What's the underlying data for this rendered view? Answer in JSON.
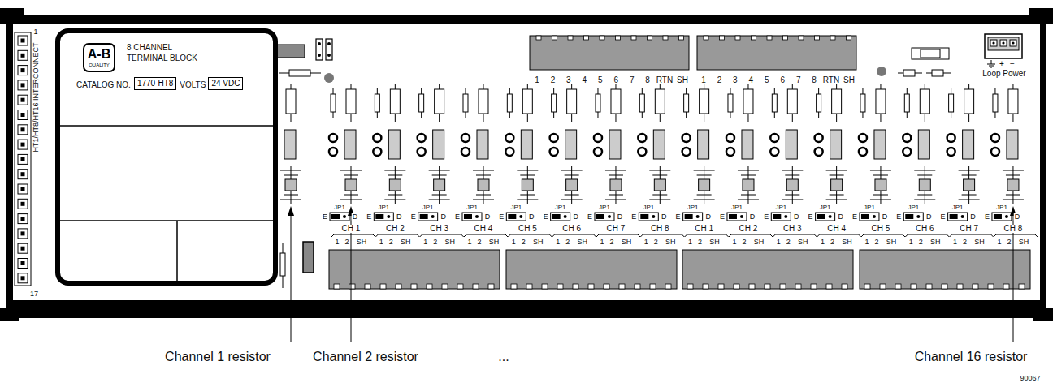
{
  "diagram": {
    "nodes": [
      {
        "text": [
          "8 CHANNEL TERMINAL BLOCK",
          "CATALOG NO.",
          "VOLTS"
        ]
      },
      {
        "text": [
          "A-B",
          "QUALITY"
        ],
        "in": 0
      },
      {
        "text": [
          "1770-HT8"
        ],
        "in": 0
      },
      {
        "text": [
          "24 VDC"
        ],
        "in": 0
      }
    ],
    "labels": [
      "HT1/HT8/HT16 INTERCONNECT",
      "1",
      "17",
      "1",
      "2",
      "3",
      "4",
      "5",
      "6",
      "7",
      "8",
      "RTN",
      "SH",
      "1",
      "2",
      "3",
      "4",
      "5",
      "6",
      "7",
      "8",
      "RTN",
      "SH",
      "+",
      "−",
      "Loop Power",
      "JP1",
      "E",
      "D",
      "CH 1",
      "1",
      "2",
      "SH",
      "JP1",
      "E",
      "D",
      "CH 2",
      "1",
      "2",
      "SH",
      "JP1",
      "E",
      "D",
      "CH 3",
      "1",
      "2",
      "SH",
      "JP1",
      "E",
      "D",
      "CH 4",
      "1",
      "2",
      "SH",
      "JP1",
      "E",
      "D",
      "CH 5",
      "1",
      "2",
      "SH",
      "JP1",
      "E",
      "D",
      "CH 6",
      "1",
      "2",
      "SH",
      "JP1",
      "E",
      "D",
      "CH 7",
      "1",
      "2",
      "SH",
      "JP1",
      "E",
      "D",
      "CH 8",
      "1",
      "2",
      "SH",
      "JP1",
      "E",
      "D",
      "CH 1",
      "1",
      "2",
      "SH",
      "JP1",
      "E",
      "D",
      "CH 2",
      "1",
      "2",
      "SH",
      "JP1",
      "E",
      "D",
      "CH 3",
      "1",
      "2",
      "SH",
      "JP1",
      "E",
      "D",
      "CH 4",
      "1",
      "2",
      "SH",
      "JP1",
      "E",
      "D",
      "CH 5",
      "1",
      "2",
      "SH",
      "JP1",
      "E",
      "D",
      "CH 6",
      "1",
      "2",
      "SH",
      "JP1",
      "E",
      "D",
      "CH 7",
      "1",
      "2",
      "SH",
      "JP1",
      "E",
      "D",
      "CH 8",
      "1",
      "2",
      "SH",
      "Channel 1 resistor",
      "Channel 2 resistor",
      "...",
      "Channel 16 resistor",
      "90067"
    ]
  }
}
